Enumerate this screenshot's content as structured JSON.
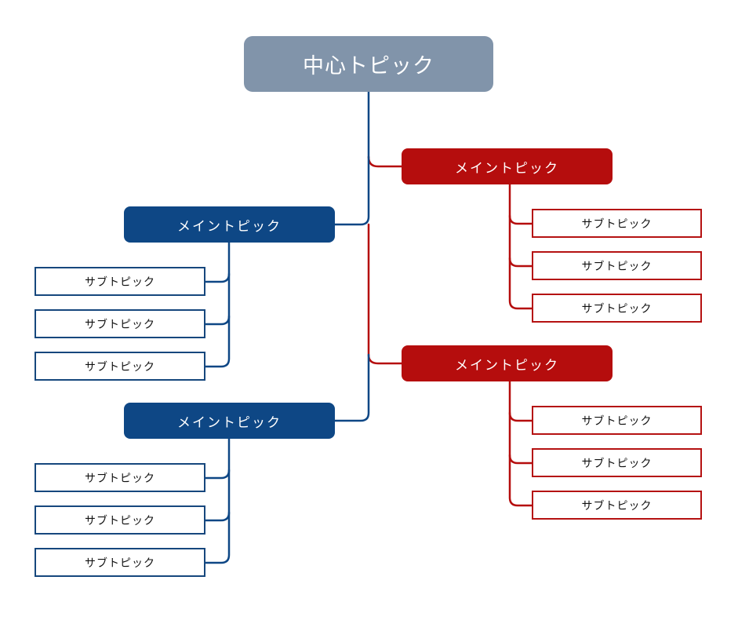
{
  "diagram": {
    "colors": {
      "central": "#8194aa",
      "blue": "#0e4785",
      "red": "#b50d0d",
      "background": "#ffffff"
    },
    "central": {
      "label": "中心トピック"
    },
    "branches": [
      {
        "label": "メイントピック",
        "color": "red",
        "side": "right",
        "subtopics": [
          "サブトピック",
          "サブトピック",
          "サブトピック"
        ]
      },
      {
        "label": "メイントピック",
        "color": "blue",
        "side": "left",
        "subtopics": [
          "サブトピック",
          "サブトピック",
          "サブトピック"
        ]
      },
      {
        "label": "メイントピック",
        "color": "red",
        "side": "right",
        "subtopics": [
          "サブトピック",
          "サブトピック",
          "サブトピック"
        ]
      },
      {
        "label": "メイントピック",
        "color": "blue",
        "side": "left",
        "subtopics": [
          "サブトピック",
          "サブトピック",
          "サブトピック"
        ]
      }
    ]
  }
}
